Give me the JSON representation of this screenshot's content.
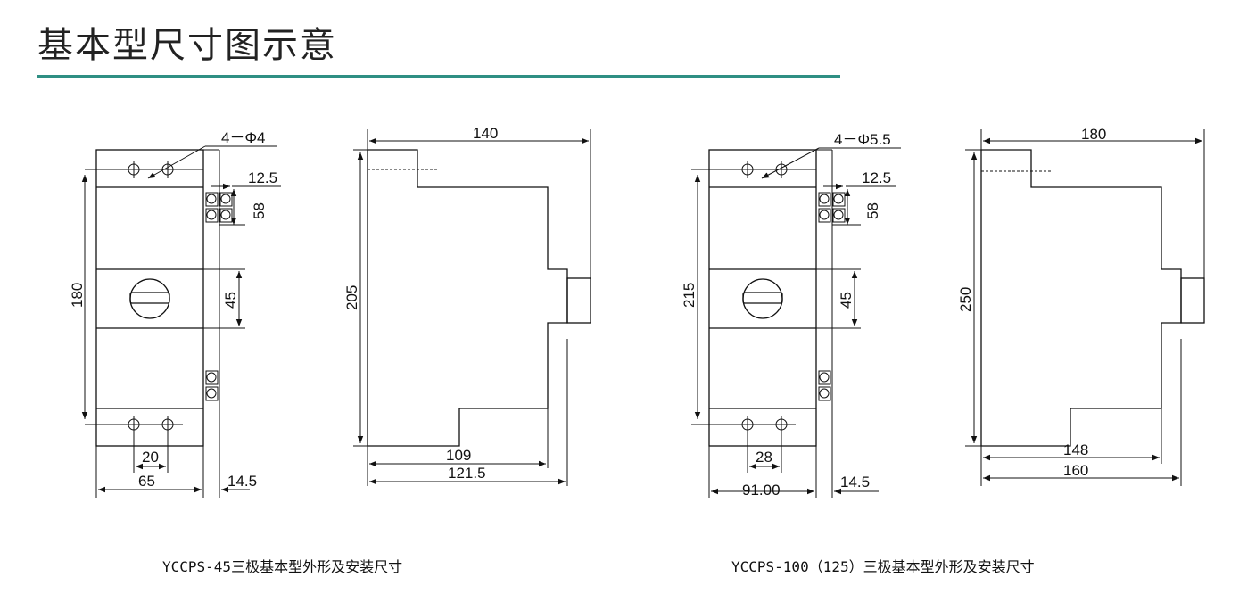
{
  "header": {
    "title": "基本型尺寸图示意",
    "accent_color": "#2f8f83"
  },
  "diagram1": {
    "hole_label": "4－Φ4",
    "front": {
      "h_total": "180",
      "knob_h": "45",
      "hole_spacing": "20",
      "width": "65",
      "side_offset": "12.5",
      "side_h": "58",
      "side_w": "14.5"
    },
    "side": {
      "depth": "140",
      "height": "205",
      "base_depth": "109",
      "total_depth": "121.5"
    },
    "caption": "YCCPS-45三极基本型外形及安装尺寸"
  },
  "diagram2": {
    "hole_label": "4－Φ5.5",
    "front": {
      "h_total": "215",
      "knob_h": "45",
      "hole_spacing": "28",
      "width": "91.00",
      "side_offset": "12.5",
      "side_h": "58",
      "side_w": "14.5"
    },
    "side": {
      "depth": "180",
      "height": "250",
      "base_depth": "148",
      "total_depth": "160"
    },
    "caption": "YCCPS-100（125）三极基本型外形及安装尺寸"
  }
}
